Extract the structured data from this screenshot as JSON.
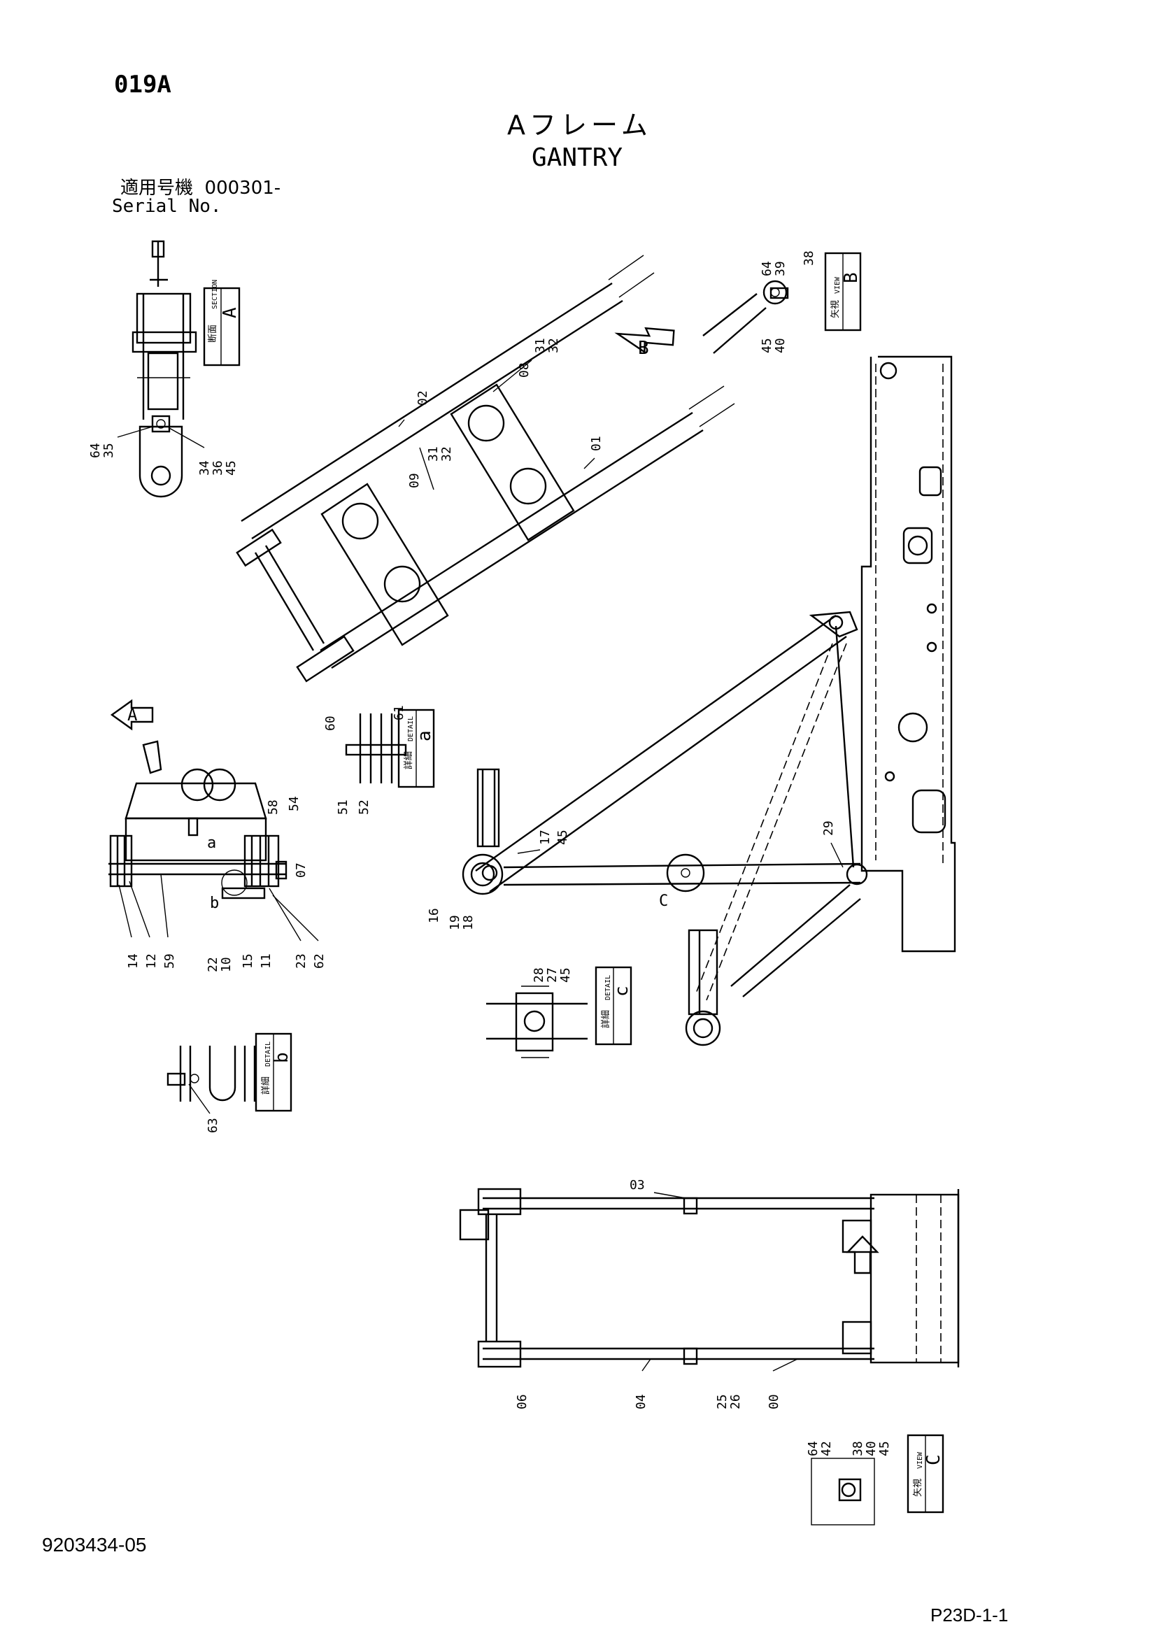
{
  "header": {
    "page_code": "019A",
    "title_jp": "Aフレーム",
    "title_en": "GANTRY",
    "serial_label_jp": "適用号機",
    "serial_value": "000301-",
    "serial_label_en": "Serial No."
  },
  "footer": {
    "doc_number": "9203434-05",
    "page_ref": "P23D-1-1"
  },
  "view_labels": {
    "section_a": {
      "jp": "断面",
      "en": "SECTION",
      "letter": "A"
    },
    "view_b": {
      "jp": "矢視",
      "en": "VIEW",
      "letter": "B"
    },
    "detail_a": {
      "jp": "詳細",
      "en": "DETAIL",
      "letter": "a"
    },
    "detail_c_small": {
      "jp": "詳細",
      "en": "DETAIL",
      "letter": "c"
    },
    "detail_b": {
      "jp": "詳細",
      "en": "DETAIL",
      "letter": "b"
    },
    "view_c": {
      "jp": "矢視",
      "en": "VIEW",
      "letter": "C"
    }
  },
  "markers": {
    "arrow_a": "A",
    "arrow_b": "B",
    "detail_mark_a": "a",
    "detail_mark_b": "b",
    "detail_mark_c": "C"
  },
  "callouts": {
    "c01": "01",
    "c02": "02",
    "c08": "08",
    "c09": "09",
    "c31_32_a": "31\n32",
    "c31_32_b": "31\n32",
    "c64_35": "64\n35",
    "c34_36_45": "34\n36\n45",
    "c64_39_38": "64\n39",
    "c38": "38",
    "c45_40": "45\n40",
    "c60": "60",
    "c61": "61",
    "c51": "51",
    "c52": "52",
    "c58": "58",
    "c54": "54",
    "c07": "07",
    "c14": "14",
    "c12": "12",
    "c59": "59",
    "c22_10": "22\n10",
    "c15": "15",
    "c11": "11",
    "c23": "23",
    "c62": "62",
    "c17": "17",
    "c45": "45",
    "c16": "16",
    "c19_18": "19\n18",
    "c29": "29",
    "c28_27_45": "28\n27\n45",
    "c63": "63",
    "c03": "03",
    "c06": "06",
    "c04": "04",
    "c25_26": "25\n26",
    "c00": "00",
    "c64_42": "64\n42",
    "c38_40_45": "38\n40\n45"
  }
}
